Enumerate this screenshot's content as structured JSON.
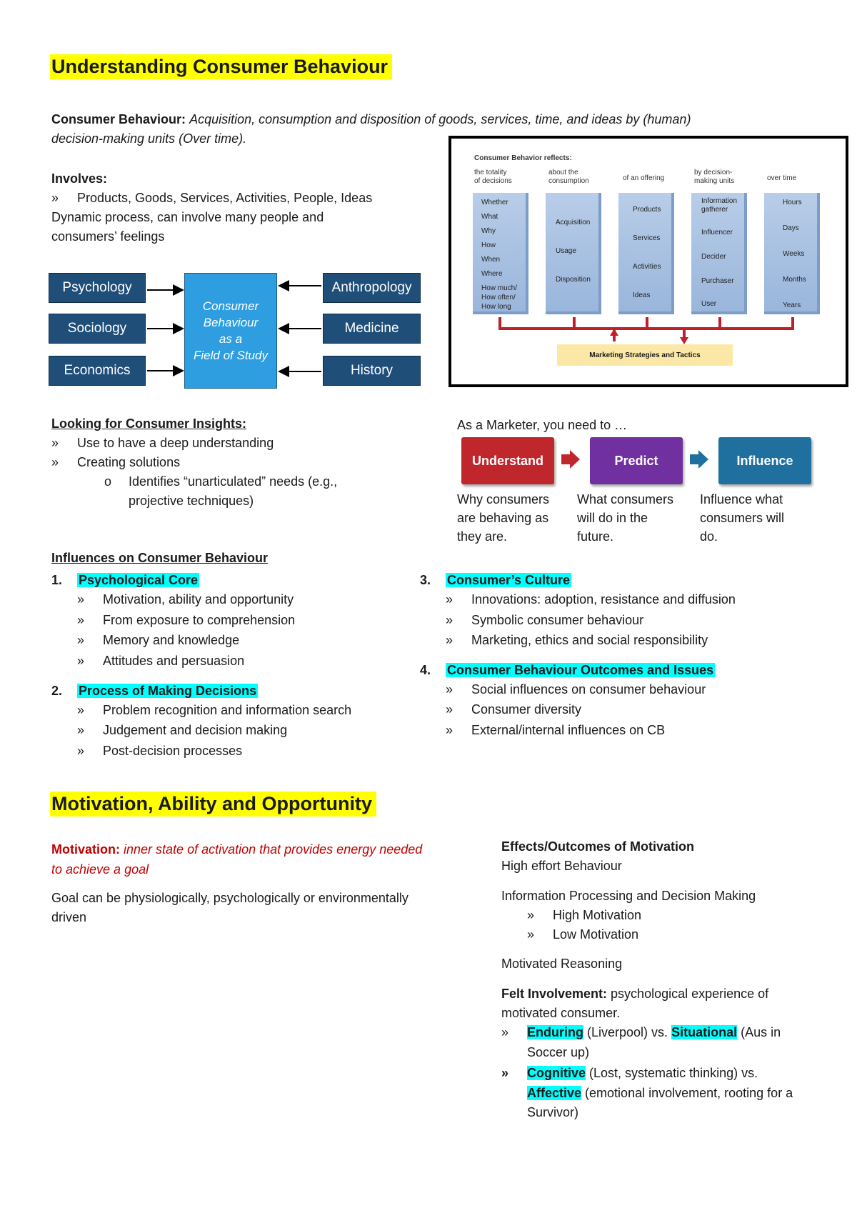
{
  "section1": {
    "title": "Understanding Consumer Behaviour",
    "definition_term": "Consumer Behaviour:",
    "definition_text1": "Acquisition, consumption and disposition of goods, services, time, and ideas by (human)",
    "definition_text2": "decision-making units (Over time).",
    "involves_label": "Involves:",
    "involves_item": "Products, Goods, Services, Activities, People, Ideas",
    "dynamic_line1": "Dynamic process, can involve many people and",
    "dynamic_line2": "consumers’ feelings"
  },
  "field_diagram": {
    "left": [
      "Psychology",
      "Sociology",
      "Economics"
    ],
    "right": [
      "Anthropology",
      "Medicine",
      "History"
    ],
    "center": [
      "Consumer",
      "Behaviour",
      "as a",
      "Field of Study"
    ]
  },
  "cb_figure": {
    "title": "Consumer Behavior reflects:",
    "headers": [
      [
        "the totality",
        "of decisions"
      ],
      [
        "about the",
        "consumption"
      ],
      [
        "of an offering",
        ""
      ],
      [
        "by decision-",
        "making units"
      ],
      [
        "over time",
        ""
      ]
    ],
    "col1": [
      "Whether",
      "What",
      "Why",
      "How",
      "When",
      "Where",
      "How much/",
      "How often/",
      "How long"
    ],
    "col2": [
      "Acquisition",
      "Usage",
      "Disposition"
    ],
    "col3": [
      "Products",
      "Services",
      "Activities",
      "Ideas"
    ],
    "col4": [
      "Information",
      "gatherer",
      "Influencer",
      "Decider",
      "Purchaser",
      "User"
    ],
    "col5": [
      "Hours",
      "Days",
      "Weeks",
      "Months",
      "Years"
    ],
    "footer": "Marketing Strategies and Tactics"
  },
  "insights": {
    "title": "Looking for Consumer Insights:",
    "items": [
      "Use to have a deep understanding",
      "Creating solutions"
    ],
    "sub_line1": "Identifies “unarticulated” needs (e.g.,",
    "sub_line2": "projective techniques)",
    "sub_bullet": "o"
  },
  "marketer": {
    "heading": "As a Marketer, you need to …",
    "steps": [
      {
        "label": "Understand",
        "color": "#c0272d",
        "desc": [
          "Why consumers",
          "are behaving as",
          "they are."
        ]
      },
      {
        "label": "Predict",
        "color": "#7030a0",
        "desc": [
          "What consumers",
          "will do in the",
          "future."
        ]
      },
      {
        "label": "Influence",
        "color": "#1f6f9f",
        "desc": [
          "Influence what",
          "consumers will",
          "do."
        ]
      }
    ]
  },
  "influences": {
    "title": "Influences on Consumer Behaviour",
    "groups": [
      {
        "num": "1.",
        "title": "Psychological Core",
        "items": [
          "Motivation, ability and opportunity",
          "From exposure to comprehension",
          "Memory and knowledge",
          "Attitudes and persuasion"
        ]
      },
      {
        "num": "2.",
        "title": "Process of Making Decisions",
        "items": [
          "Problem recognition and information search",
          "Judgement and decision making",
          "Post-decision processes"
        ]
      },
      {
        "num": "3.",
        "title": "Consumer’s Culture",
        "items": [
          "Innovations: adoption, resistance and diffusion",
          "Symbolic consumer behaviour",
          "Marketing, ethics and social responsibility"
        ]
      },
      {
        "num": "4.",
        "title": "Consumer Behaviour Outcomes and Issues",
        "items": [
          "Social influences on consumer behaviour",
          "Consumer diversity",
          "External/internal influences on CB"
        ]
      }
    ]
  },
  "section2": {
    "title": "Motivation, Ability and Opportunity",
    "motivation_term": "Motivation:",
    "motivation_def1": "inner state of activation that provides energy needed",
    "motivation_def2": "to achieve a goal",
    "goal_line1": "Goal can be physiologically, psychologically or environmentally",
    "goal_line2": "driven",
    "effects_title": "Effects/Outcomes of Motivation",
    "high_effort": "High effort Behaviour",
    "info_processing": "Information Processing and Decision Making",
    "info_items": [
      "High Motivation",
      "Low Motivation"
    ],
    "motivated_reasoning": "Motivated Reasoning",
    "felt_term": "Felt Involvement:",
    "felt_def1": "psychological experience of",
    "felt_def2": "motivated consumer.",
    "enduring": "Enduring",
    "enduring_rest": "(Liverpool) vs.",
    "situational": "Situational",
    "situational_rest": "(Aus in",
    "soccer": "Soccer up)",
    "cognitive": "Cognitive",
    "cognitive_rest": "(Lost, systematic thinking) vs.",
    "affective": "Affective",
    "affective_rest": "(emotional involvement, rooting for a",
    "survivor": "Survivor)"
  },
  "bullet_glyph": "»"
}
